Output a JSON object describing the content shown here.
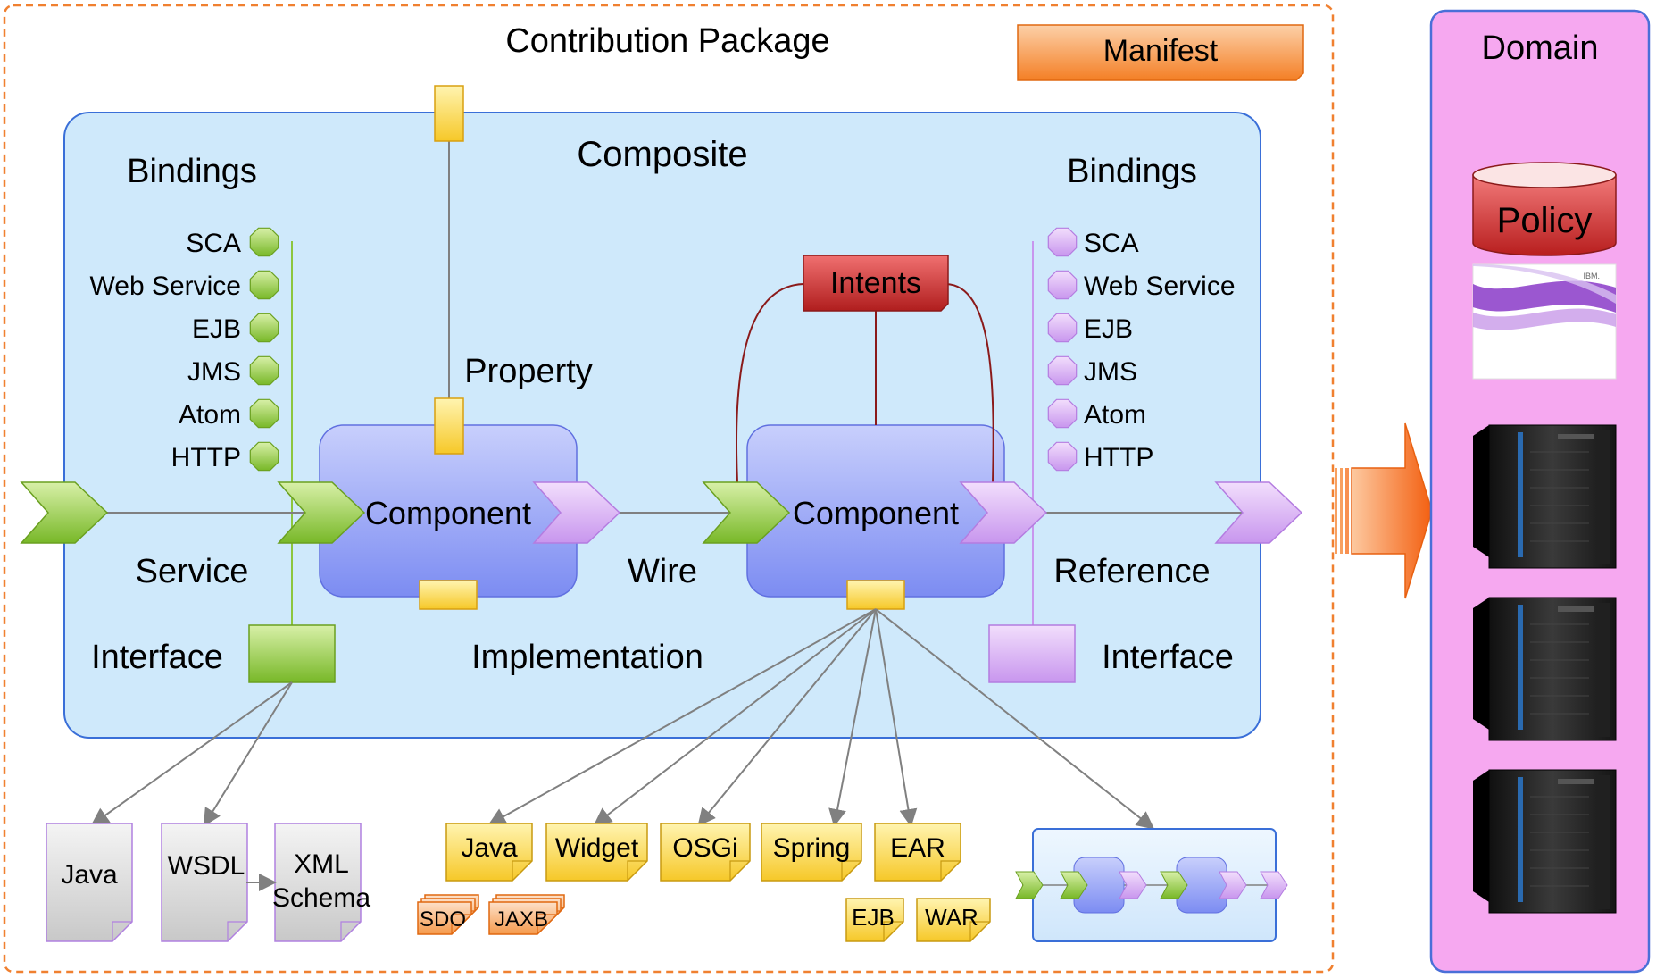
{
  "package": {
    "title": "Contribution Package",
    "manifest": "Manifest"
  },
  "composite": {
    "title": "Composite",
    "left_bindings_title": "Bindings",
    "right_bindings_title": "Bindings",
    "left_bindings": [
      "SCA",
      "Web Service",
      "EJB",
      "JMS",
      "Atom",
      "HTTP"
    ],
    "right_bindings": [
      "SCA",
      "Web Service",
      "EJB",
      "JMS",
      "Atom",
      "HTTP"
    ],
    "property": "Property",
    "intents": "Intents",
    "component_left": "Component",
    "component_right": "Component",
    "service": "Service",
    "wire": "Wire",
    "reference": "Reference",
    "interface_left": "Interface",
    "interface_right": "Interface",
    "implementation": "Implementation"
  },
  "interface_docs": [
    {
      "label": "Java"
    },
    {
      "label": "WSDL"
    },
    {
      "label": "XML Schema",
      "lines": [
        "XML",
        "Schema"
      ]
    }
  ],
  "impl_docs": [
    "Java",
    "Widget",
    "OSGi",
    "Spring",
    "EAR"
  ],
  "data_docs": [
    "SDO",
    "JAXB"
  ],
  "ear_docs": [
    "EJB",
    "WAR"
  ],
  "domain": {
    "title": "Domain",
    "policy": "Policy",
    "brand": "IBM.",
    "server_count": 3
  },
  "colors": {
    "package_border": "#f08030",
    "composite_fill": "#cfe9fb",
    "composite_border": "#3a6fd8",
    "component_fill": "#8f9cf5",
    "service_green": "#8cc63f",
    "reference_purple": "#d8aef5",
    "manifest": "#f8a050",
    "intents": "#c83030",
    "implementation_yellow": "#fce06a",
    "domain_fill": "#f6a8f0",
    "domain_border": "#4a6fd8",
    "arrow_orange": "#f77d22"
  }
}
